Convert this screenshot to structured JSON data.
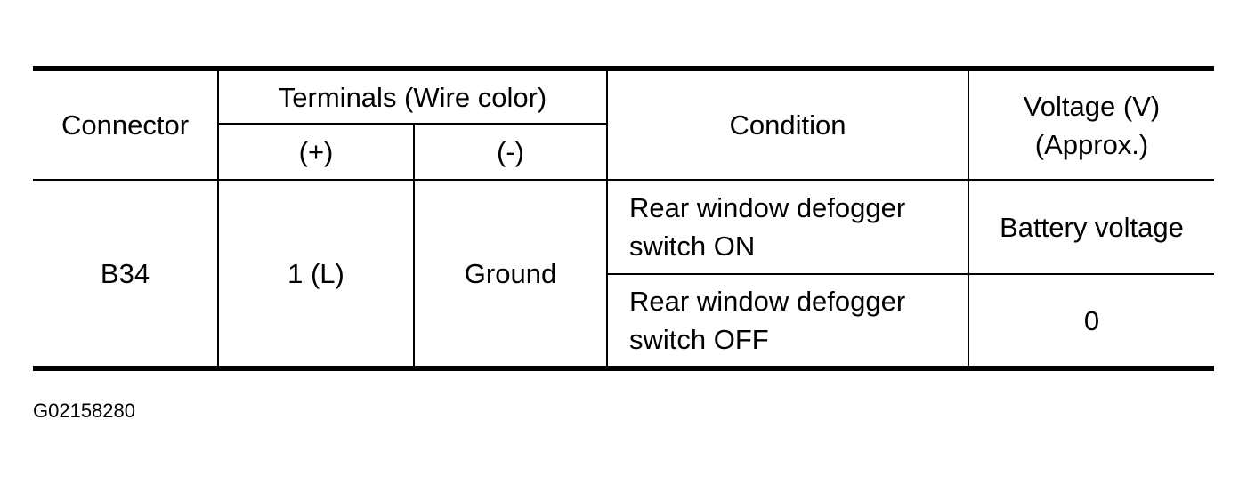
{
  "table": {
    "headers": {
      "connector": "Connector",
      "terminals": "Terminals (Wire color)",
      "plus": "(+)",
      "minus": "(-)",
      "condition": "Condition",
      "voltage_line1": "Voltage (V)",
      "voltage_line2": "(Approx.)"
    },
    "rows": [
      {
        "connector": "B34",
        "plus": "1 (L)",
        "minus": "Ground",
        "conditions": [
          {
            "line1": "Rear window defogger",
            "line2": "switch ON",
            "voltage": "Battery voltage"
          },
          {
            "line1": "Rear window defogger",
            "line2": "switch OFF",
            "voltage": "0"
          }
        ]
      }
    ]
  },
  "figure_code": "G02158280"
}
